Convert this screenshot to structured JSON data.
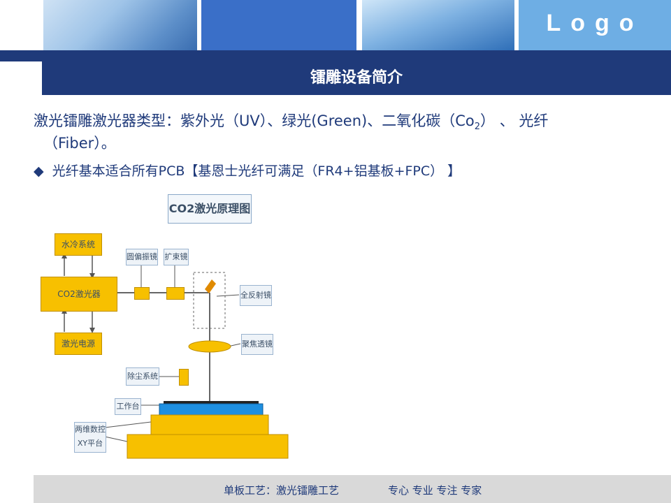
{
  "header": {
    "logo": "Logo",
    "title": "镭雕设备简介"
  },
  "content": {
    "line1": "激光镭雕激光器类型：紫外光（UV）、绿光(Green)、二氧化碳（Co",
    "line1_sub": "2",
    "line1_end": "）  、  光纤",
    "line2": "（Fiber）。",
    "bullet_mark": "◆",
    "bullet_text": "光纤基本适合所有PCB【基恩士光纤可满足（FR4+铝基板+FPC）  】"
  },
  "diagram": {
    "title": "CO2激光原理图",
    "water_cool": "水冷系统",
    "co2_laser": "CO2激光器",
    "laser_power": "激光电源",
    "circular_lens": "圆偏振镜",
    "beam_expander": "扩束镜",
    "mirror": "全反射镜",
    "focus_lens": "聚焦透镜",
    "dust": "除尘系统",
    "table": "工作台",
    "xy_platform_1": "两维数控",
    "xy_platform_2": "XY平台"
  },
  "footer": {
    "left": "单板工艺：激光镭雕工艺",
    "right": "专心 专业 专注 专家"
  },
  "colors": {
    "navy": "#1f3a7a",
    "yellow": "#f7c000",
    "blue": "#1e8fe0"
  }
}
